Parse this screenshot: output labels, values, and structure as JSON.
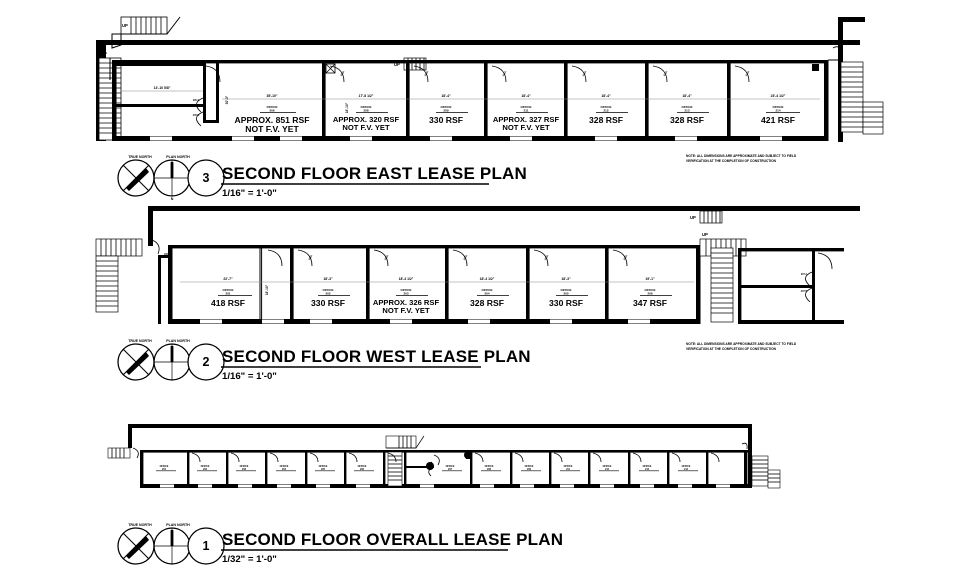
{
  "sheet": {
    "background_color": "#ffffff",
    "line_color": "#000000",
    "note_text_line1": "NOTE: ALL DIMENSIONS ARE APPROXIMATE AND SUBJECT TO FIELD",
    "note_text_line2": "VERIFICATION AT THE COMPLETION OF CONSTRUCTION"
  },
  "north_indicator": {
    "true_north_label": "TRUE NORTH",
    "plan_north_label": "PLAN NORTH",
    "plan_north_letter": "N"
  },
  "plans": [
    {
      "id": "second-floor-east-lease-plan",
      "number": "3",
      "title": "SECOND FLOOR EAST LEASE PLAN",
      "scale": "1/16\" = 1'-0\"",
      "rooms": [
        {
          "office_tag": "OFFICE",
          "office_number": "206",
          "area_line1": "APPROX. 851 RSF",
          "area_line2": "NOT F.V. YET",
          "width_dim": "35'-10\"",
          "depth_dim": "30'-3\""
        },
        {
          "office_tag": "OFFICE",
          "office_number": "208",
          "area_line1": "APPROX. 320 RSF",
          "area_line2": "NOT F.V. YET",
          "width_dim": "17'-8 1/2\"",
          "depth_dim": "18'-10\""
        },
        {
          "office_tag": "OFFICE",
          "office_number": "209",
          "area_line1": "330 RSF",
          "area_line2": "",
          "width_dim": "18'-4\"",
          "depth_dim": ""
        },
        {
          "office_tag": "OFFICE",
          "office_number": "211",
          "area_line1": "APPROX. 327 RSF",
          "area_line2": "NOT F.V. YET",
          "width_dim": "18'-4\"",
          "depth_dim": ""
        },
        {
          "office_tag": "OFFICE",
          "office_number": "212",
          "area_line1": "328 RSF",
          "area_line2": "",
          "width_dim": "18'-4\"",
          "depth_dim": ""
        },
        {
          "office_tag": "OFFICE",
          "office_number": "213",
          "area_line1": "328 RSF",
          "area_line2": "",
          "width_dim": "18'-4\"",
          "depth_dim": ""
        },
        {
          "office_tag": "OFFICE",
          "office_number": "214",
          "area_line1": "421 RSF",
          "area_line2": "",
          "width_dim": "23'-4 1/2\"",
          "depth_dim": ""
        }
      ],
      "extra_labels": {
        "closet_width_dim": "14'-10 5/8\"",
        "stair_up_label": "UP",
        "stair_up_label_2": "UP",
        "stair_up_label_3": "UP",
        "door_tag_a": "205 A",
        "door_tag_b": "205 B"
      }
    },
    {
      "id": "second-floor-west-lease-plan",
      "number": "2",
      "title": "SECOND FLOOR WEST LEASE PLAN",
      "scale": "1/16\" = 1'-0\"",
      "rooms": [
        {
          "office_tag": "OFFICE",
          "office_number": "201",
          "area_line1": "418 RSF",
          "area_line2": "",
          "width_dim": "22'-7\"",
          "depth_dim": "18'-10\""
        },
        {
          "office_tag": "OFFICE",
          "office_number": "202",
          "area_line1": "330 RSF",
          "area_line2": "",
          "width_dim": "18'-3\"",
          "depth_dim": ""
        },
        {
          "office_tag": "OFFICE",
          "office_number": "203",
          "area_line1": "APPROX. 326 RSF",
          "area_line2": "NOT F.V. YET",
          "width_dim": "18'-4 1/2\"",
          "depth_dim": ""
        },
        {
          "office_tag": "OFFICE",
          "office_number": "204",
          "area_line1": "328 RSF",
          "area_line2": "",
          "width_dim": "18'-4 1/2\"",
          "depth_dim": ""
        },
        {
          "office_tag": "OFFICE",
          "office_number": "205",
          "area_line1": "330 RSF",
          "area_line2": "",
          "width_dim": "18'-3\"",
          "depth_dim": ""
        },
        {
          "office_tag": "OFFICE",
          "office_number": "206",
          "area_line1": "347 RSF",
          "area_line2": "",
          "width_dim": "19'-1\"",
          "depth_dim": ""
        }
      ],
      "extra_labels": {
        "stair_up_label": "UP",
        "stair_up_label_2": "UP",
        "door_tag": "200",
        "door_tag_a": "207 A",
        "door_tag_b": "207 B"
      }
    },
    {
      "id": "second-floor-overall-lease-plan",
      "number": "1",
      "title": "SECOND FLOOR OVERALL LEASE PLAN",
      "scale": "1/32\" = 1'-0\"",
      "rooms": [
        {
          "office_tag": "OFFICE",
          "office_number": "201"
        },
        {
          "office_tag": "OFFICE",
          "office_number": "202"
        },
        {
          "office_tag": "OFFICE",
          "office_number": "203"
        },
        {
          "office_tag": "OFFICE",
          "office_number": "204"
        },
        {
          "office_tag": "OFFICE",
          "office_number": "205"
        },
        {
          "office_tag": "OFFICE",
          "office_number": "206"
        },
        {
          "office_tag": "OFFICE",
          "office_number": "207"
        },
        {
          "office_tag": "OFFICE",
          "office_number": "208"
        },
        {
          "office_tag": "OFFICE",
          "office_number": "209"
        },
        {
          "office_tag": "OFFICE",
          "office_number": "211"
        },
        {
          "office_tag": "OFFICE",
          "office_number": "212"
        },
        {
          "office_tag": "OFFICE",
          "office_number": "213"
        },
        {
          "office_tag": "OFFICE",
          "office_number": "214"
        }
      ]
    }
  ]
}
